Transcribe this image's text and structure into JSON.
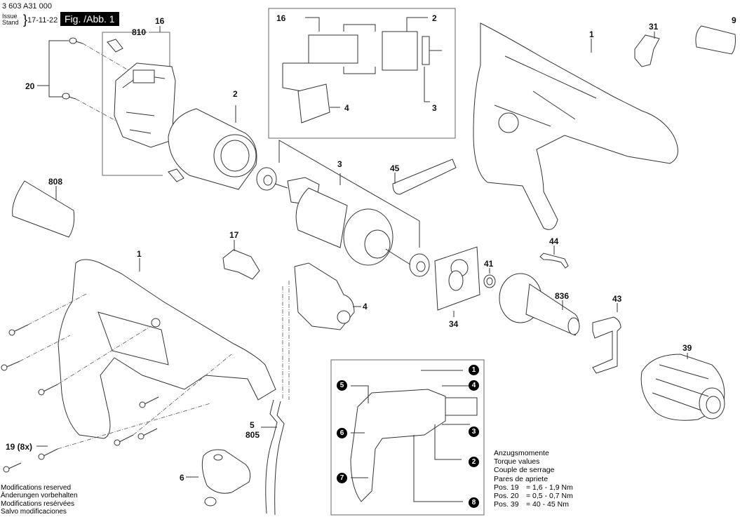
{
  "header": {
    "part_number": "3 603 A31 000",
    "issue_label_1": "Issue",
    "issue_label_2": "Stand",
    "issue_date": "17-11-22",
    "figure_label": "Fig. /Abb. 1"
  },
  "callouts": {
    "c16_top": "16",
    "c810": "810",
    "c20": "20",
    "c2_left": "2",
    "c808": "808",
    "c3": "3",
    "c45": "45",
    "c1_top": "1",
    "c31": "31",
    "c9": "9",
    "c17": "17",
    "c1_bottom": "1",
    "c4_bottom": "4",
    "c34": "34",
    "c41": "41",
    "c44": "44",
    "c836": "836",
    "c43": "43",
    "c39": "39",
    "c5": "5",
    "c805": "805",
    "c19": "19 (8x)",
    "c6": "6"
  },
  "inset_wiring": {
    "c16": "16",
    "c2": "2",
    "c3": "3",
    "c4": "4"
  },
  "inset_overview": {
    "markers": [
      "1",
      "4",
      "3",
      "2",
      "8",
      "5",
      "6",
      "7"
    ]
  },
  "torque": {
    "title_de": "Anzugsmomente",
    "title_en": "Torque values",
    "title_fr": "Couple de serrage",
    "title_es": "Pares de apriete",
    "rows": [
      {
        "pos": "Pos. 19",
        "value": "= 1,6 - 1,9 Nm"
      },
      {
        "pos": "Pos. 20",
        "value": "= 0,5 - 0,7 Nm"
      },
      {
        "pos": "Pos. 39",
        "value": "= 40 - 45 Nm"
      }
    ]
  },
  "footer": {
    "line1": "Modifications reserved",
    "line2": "Änderungen vorbehalten",
    "line3": "Modifications resérvées",
    "line4": "Salvo modificaciones"
  }
}
